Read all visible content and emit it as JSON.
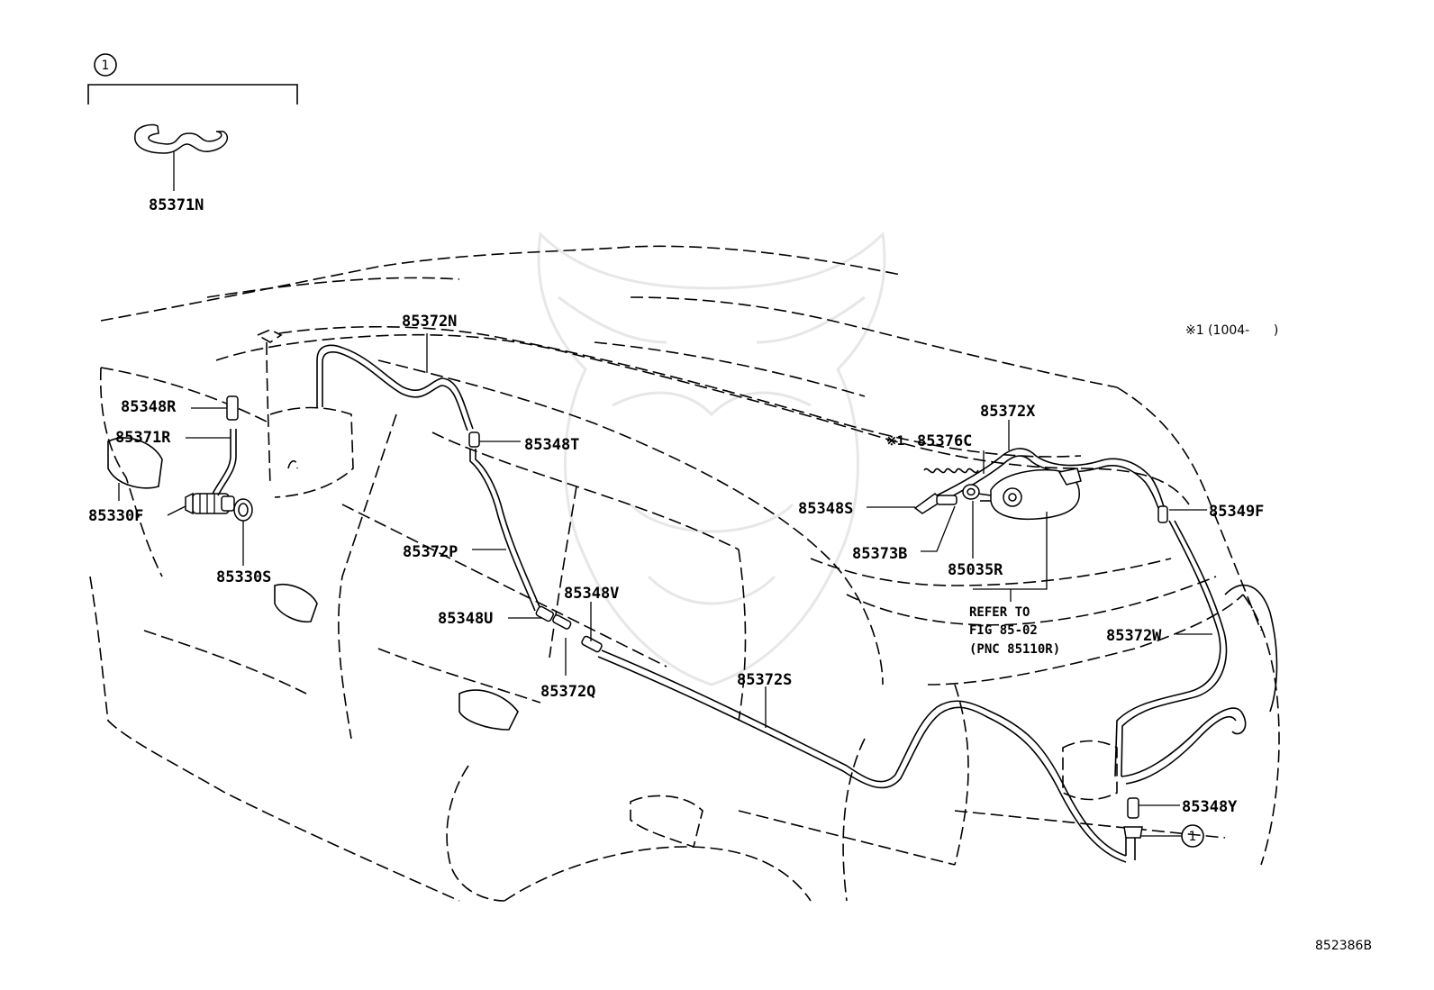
{
  "callouts": {
    "c1_top": "1",
    "c1_bottom": "1"
  },
  "labels": {
    "p85371N": "85371N",
    "p85372N": "85372N",
    "p85348R": "85348R",
    "p85371R": "85371R",
    "p85330F": "85330F",
    "p85330S": "85330S",
    "p85348T": "85348T",
    "p85372P": "85372P",
    "p85348U": "85348U",
    "p85348V": "85348V",
    "p85372Q": "85372Q",
    "p85372S": "85372S",
    "p85372X": "85372X",
    "p85376C": "85376C",
    "p85348S": "85348S",
    "p85373B": "85373B",
    "p85035R": "85035R",
    "p85349F": "85349F",
    "p85372W": "85372W",
    "p85348Y": "85348Y"
  },
  "notes": {
    "star1_prefix": "※1",
    "range_note": "※1 (1004-      )",
    "refer_line1": "REFER TO",
    "refer_line2": "FIG 85-02",
    "refer_line3": "(PNC 85110R)",
    "figure_code": "852386B"
  }
}
